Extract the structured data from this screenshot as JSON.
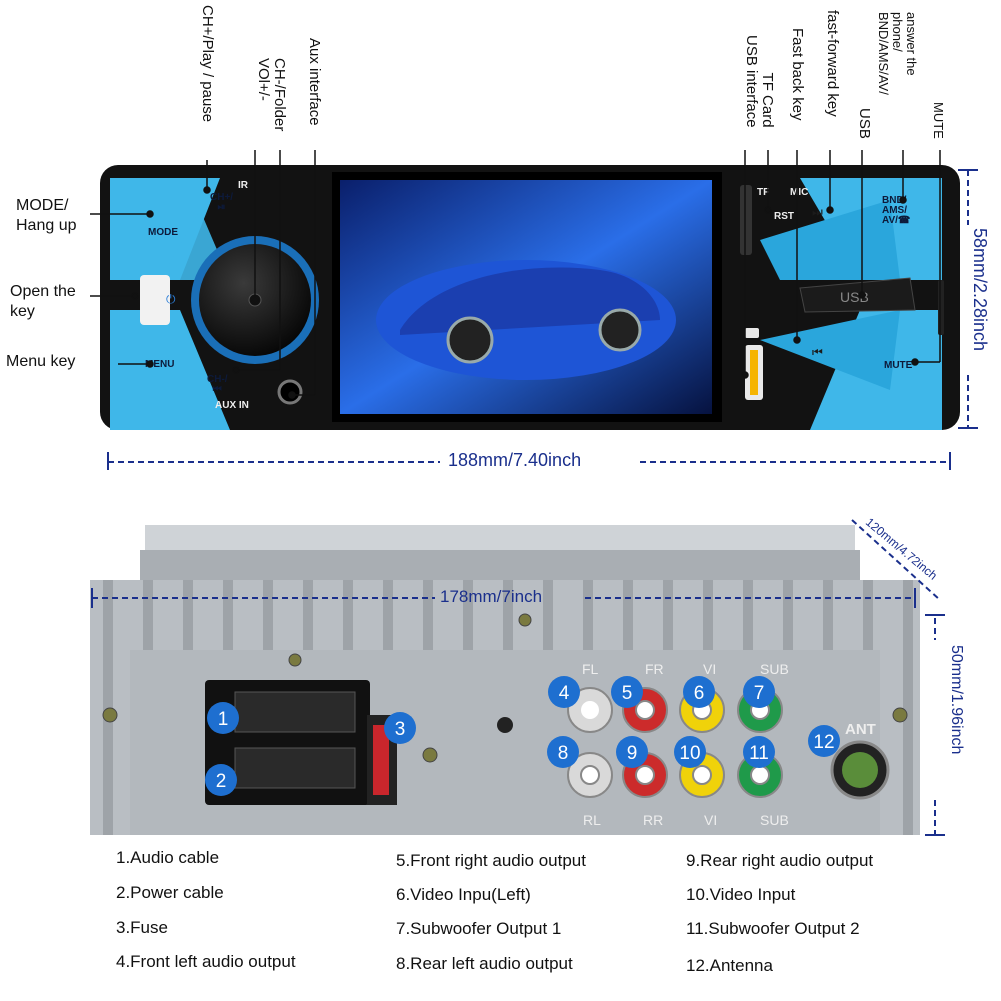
{
  "front_labels": {
    "mode_hang_up": "MODE/\nHang up",
    "open_the_key": "Open the\nkey",
    "menu_key": "Menu key",
    "ch_plus_play_pause": "CH+/Play / pause",
    "ch_minus_folder_vol": "CH-/Folder\nVOl+/-",
    "aux_interface": "Aux interface",
    "usb_interface": "TF Card\nUSB interface",
    "fast_back_key": "Fast back key",
    "fast_forward_key": "fast-forward key",
    "usb": "USB",
    "answer_phone": "answer the phone/\nBND/AMS/AV/",
    "mute": "MUTE"
  },
  "panel_text": {
    "mode": "MODE",
    "menu": "MENU",
    "ir": "IR",
    "ch_plus": "CH+/\n⏯",
    "ch_minus": "CH-/\n⏮",
    "aux_in": "AUX IN",
    "tf": "TF",
    "rst": "RST",
    "mic": "MIC",
    "usb_slot": "USB",
    "bnd": "BND/\nAMS/\nAV/☎",
    "mute": "MUTE"
  },
  "dimensions": {
    "front_width": "188mm/7.40inch",
    "front_height": "58mm/2.28inch",
    "back_width": "178mm/7inch",
    "back_height": "50mm/1.96inch",
    "depth": "120mm/4.72inch"
  },
  "rear_panel": {
    "top_labels": [
      "FL",
      "FR",
      "VI",
      "SUB"
    ],
    "bottom_labels": [
      "RL",
      "RR",
      "VI",
      "SUB"
    ],
    "ant_label": "ANT",
    "numbers": [
      "1",
      "2",
      "3",
      "4",
      "5",
      "6",
      "7",
      "8",
      "9",
      "10",
      "11",
      "12"
    ]
  },
  "legend": {
    "col1": [
      "1.Audio cable",
      "2.Power cable",
      "3.Fuse",
      "4.Front left audio output"
    ],
    "col2": [
      "5.Front right audio output",
      "6.Video Inpu(Left)",
      "7.Subwoofer Output 1",
      "8.Rear left audio output"
    ],
    "col3": [
      "9.Rear right audio output",
      "10.Video Input",
      "11.Subwoofer Output 2",
      "12.Antenna"
    ]
  },
  "colors": {
    "accent_blue": "#3fb7e9",
    "dimension_blue": "#1a2f8c",
    "badge_blue": "#1e6fd0"
  }
}
